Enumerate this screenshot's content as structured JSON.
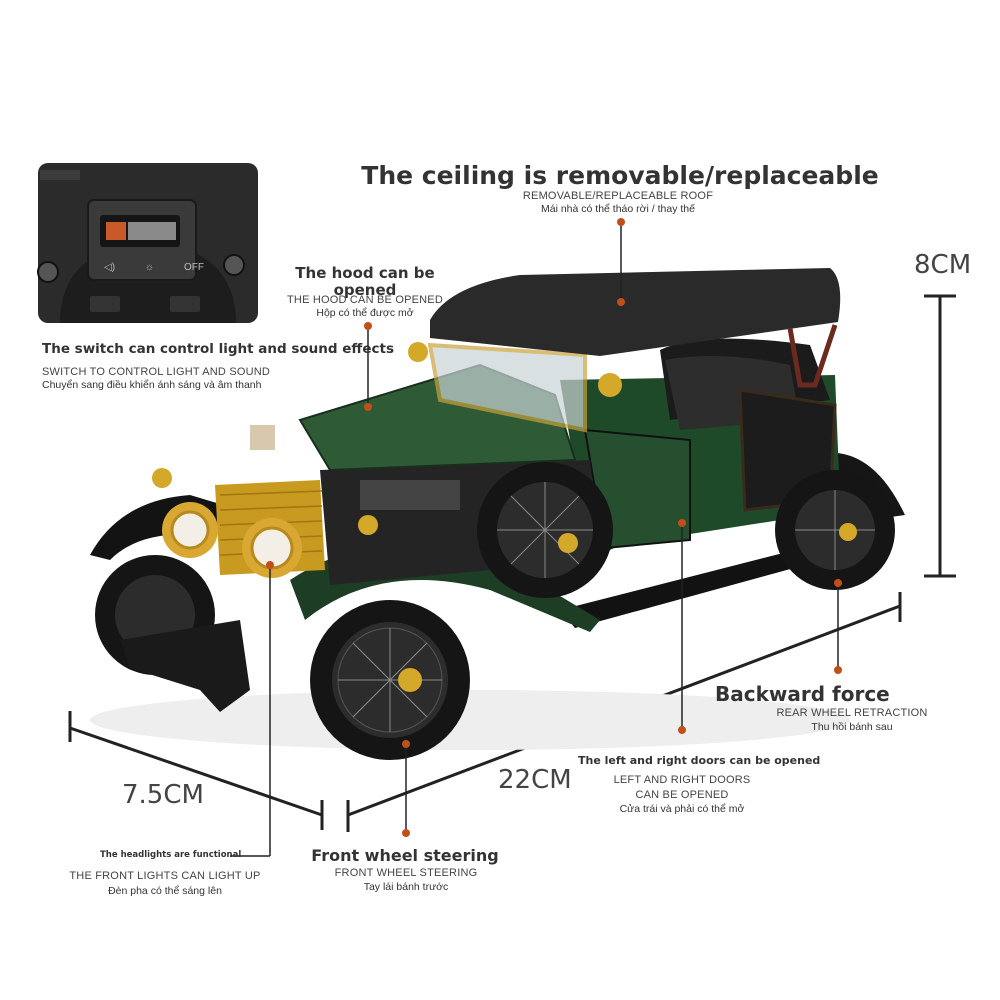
{
  "roof": {
    "title": "The ceiling is removable/replaceable",
    "en": "REMOVABLE/REPLACEABLE ROOF",
    "vi": "Mái nhà có thể tháo rời / thay thế"
  },
  "hood": {
    "title": "The hood can be opened",
    "en": "THE HOOD CAN BE OPENED",
    "vi": "Hộp có thể được mở"
  },
  "switch": {
    "title": "The switch can control light and sound effects",
    "en": "SWITCH TO CONTROL LIGHT AND SOUND",
    "vi": "Chuyển sang điều khiển ánh sáng và âm thanh",
    "labels": [
      "◁)",
      "☼",
      "OFF"
    ]
  },
  "headlights": {
    "title": "The headlights are functional",
    "en": "THE FRONT LIGHTS CAN LIGHT UP",
    "vi": "Đèn pha có thể sáng lên"
  },
  "steering": {
    "title": "Front wheel steering",
    "en": "FRONT WHEEL STEERING",
    "vi": "Tay lái bánh trước"
  },
  "doors": {
    "title": "The left and right doors can be opened",
    "en_line1": "LEFT AND RIGHT DOORS",
    "en_line2": "CAN BE OPENED",
    "vi": "Cửa trái và phải có thể mở"
  },
  "backward": {
    "title": "Backward force",
    "en": "REAR WHEEL RETRACTION",
    "vi": "Thu hồi bánh sau"
  },
  "dimensions": {
    "height": "8CM",
    "width": "7.5CM",
    "length": "22CM"
  },
  "colors": {
    "body_green": "#1f4a2a",
    "roof_black": "#2a2a2a",
    "gold": "#d4a92a",
    "marker": "#c0501a"
  }
}
